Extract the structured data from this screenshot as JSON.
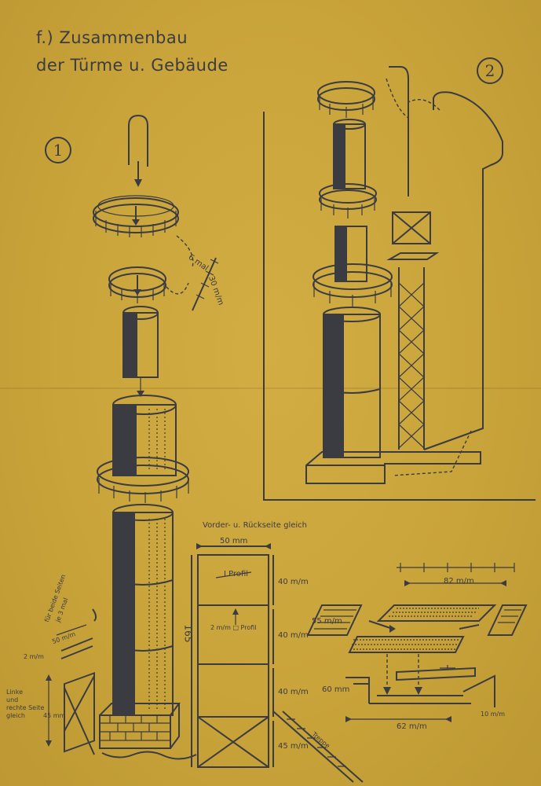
{
  "title": {
    "line1": "f.) Zusammenbau",
    "line2": "der Türme u. Gebäude"
  },
  "steps": {
    "one": "1",
    "two": "2"
  },
  "annotations": {
    "railing_count": "6 mal",
    "railing_length": "30 m/m",
    "front_back": "Vorder- u. Rückseite gleich",
    "width_50": "50 mm",
    "i_profil": "I Profil",
    "profil_2mm": "2 m/m □ Profil",
    "height_165": "165",
    "seg_40a": "40 m/m",
    "seg_40b": "40 m/m",
    "seg_40c": "40 m/m",
    "seg_45": "45 m/m",
    "both_sides_1": "für beide Seiten",
    "both_sides_2": "je 3 mal",
    "strut_50": "50 m/m",
    "strut_2": "2 m/m",
    "left_right_1": "Linke",
    "left_right_2": "und",
    "left_right_3": "rechte Seite",
    "left_right_4": "gleich",
    "side_45": "45 mm",
    "treppe": "Treppe",
    "bridge_82": "82 m/m",
    "bridge_55": "55 m/m",
    "bridge_60": "60 mm",
    "bridge_62": "62 m/m",
    "bridge_10": "10 m/m"
  }
}
